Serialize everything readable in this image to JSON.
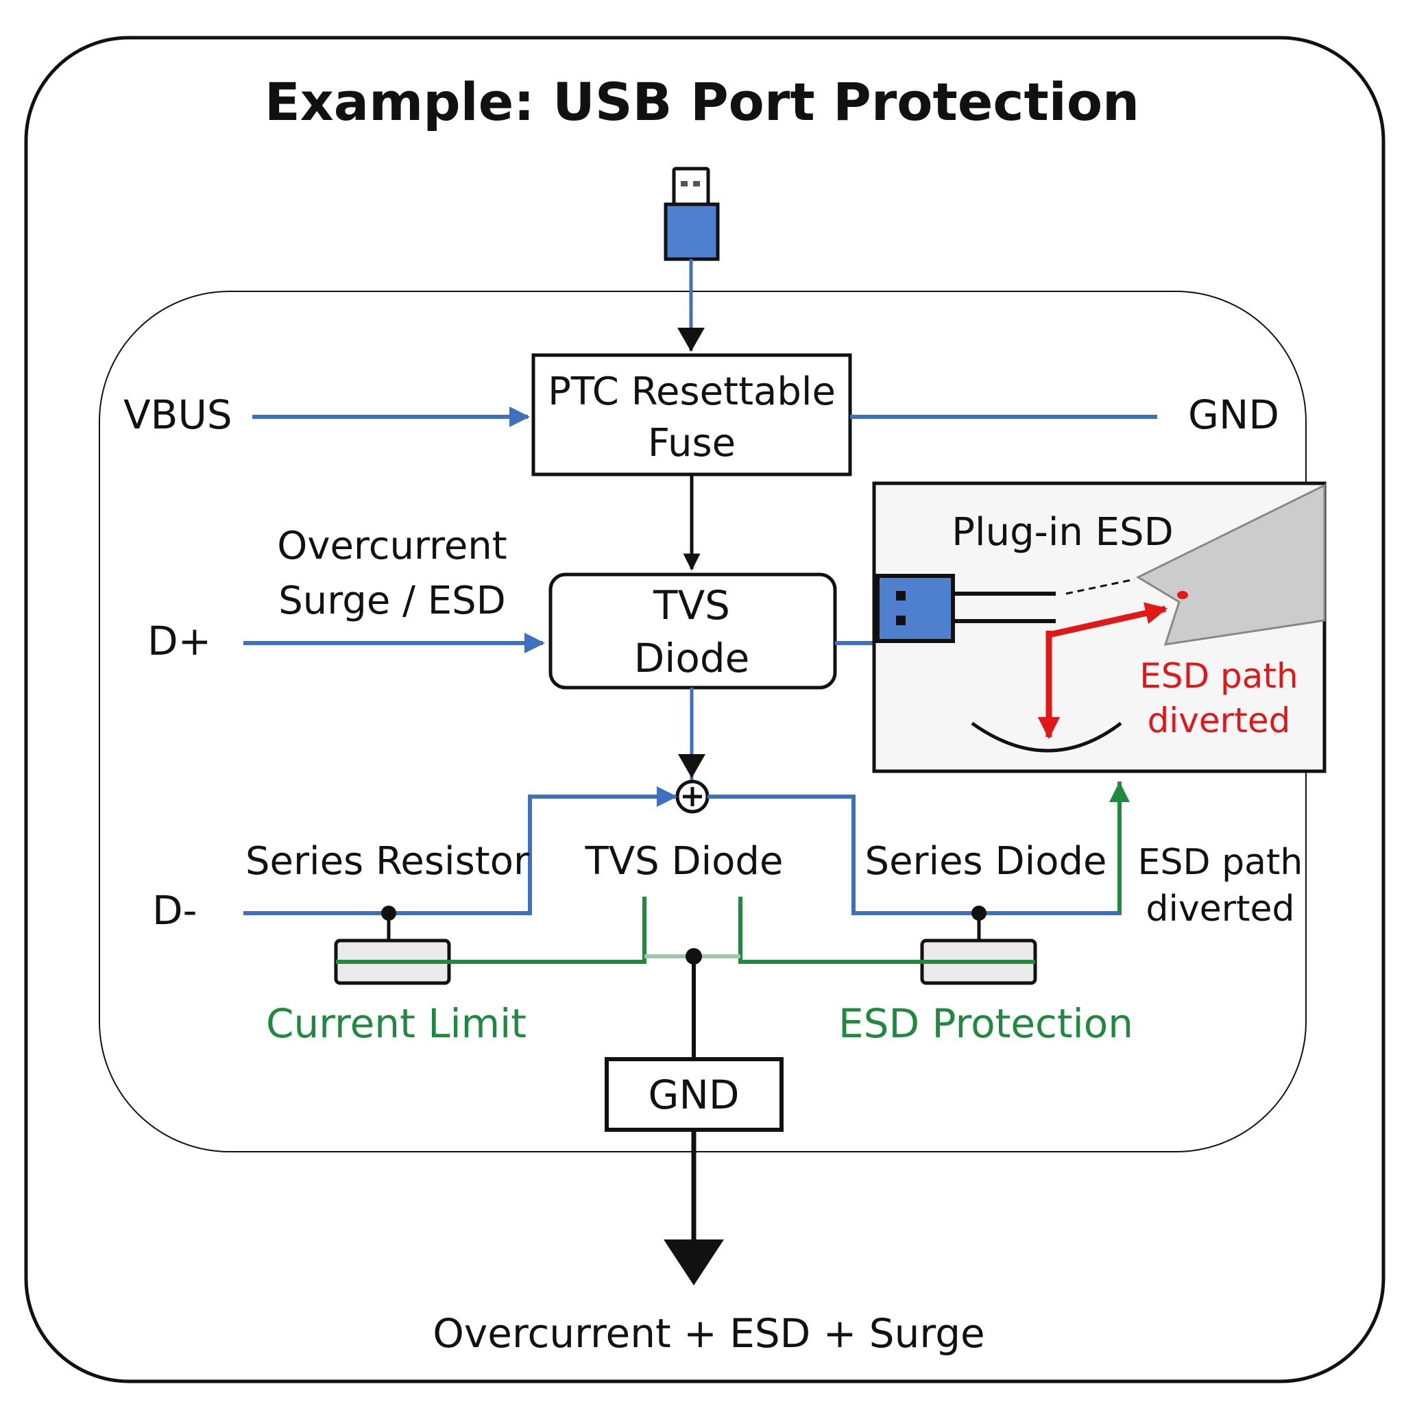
{
  "title": "Example: USB Port Protection",
  "colors": {
    "blue": "#3f6fbf",
    "green": "#1f8a3d",
    "red": "#e01818",
    "black": "#111111",
    "usb_fill": "#4f7fcf",
    "probe_gray": "#cccccc"
  },
  "labels": {
    "vbus": "VBUS",
    "gnd_right": "GND",
    "d_plus": "D+",
    "d_minus": "D-",
    "overcurrent": "Overcurrent",
    "surge_esd": "Surge / ESD",
    "series_resistor": "Series Resistor",
    "tvs_diode_center": "TVS Diode",
    "series_diode": "Series Diode",
    "esd_path_right_line1": "ESD path",
    "esd_path_right_line2": "diverted",
    "current_limit": "Current Limit",
    "esd_protection": "ESD Protection",
    "bottom_caption": "Overcurrent + ESD + Surge"
  },
  "boxes": {
    "ptc_line1": "PTC Resettable",
    "ptc_line2": "Fuse",
    "tvs_line1": "TVS",
    "tvs_line2": "Diode",
    "gnd": "GND"
  },
  "inset": {
    "title": "Plug-in ESD",
    "esd_path_line1": "ESD path",
    "esd_path_line2": "diverted"
  },
  "icons": {
    "usb_plug": "usb-plug-icon",
    "junction": "circle-plus-icon",
    "esd_probe": "esd-probe-icon"
  }
}
